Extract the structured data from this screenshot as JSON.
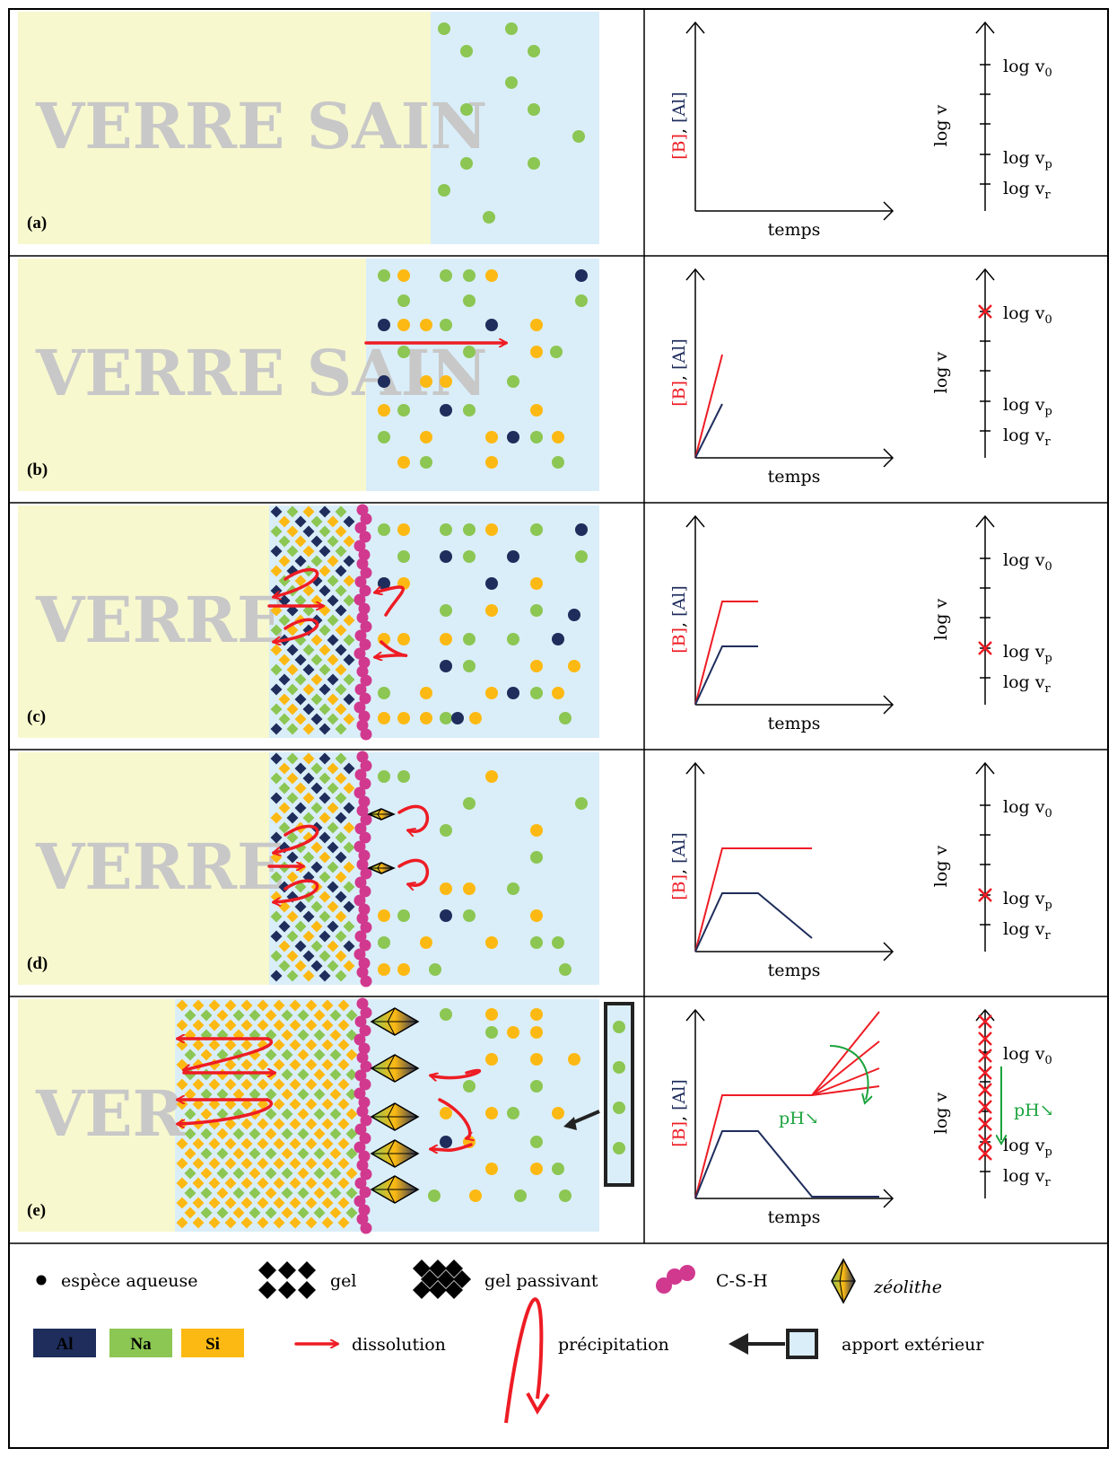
{
  "panels": [
    {
      "label": "(a)",
      "glass_text": "VERRE SAIN",
      "y_label_b": "[B]",
      "y_label_sep": ", ",
      "y_label_al": "[Al]",
      "x_label": "temps"
    },
    {
      "label": "(b)",
      "glass_text": "VERRE SAIN",
      "y_label_b": "[B]",
      "y_label_sep": ", ",
      "y_label_al": "[Al]",
      "x_label": "temps"
    },
    {
      "label": "(c)",
      "glass_text": "VERRE",
      "y_label_b": "[B]",
      "y_label_sep": ", ",
      "y_label_al": "[Al]",
      "x_label": "temps"
    },
    {
      "label": "(d)",
      "glass_text": "VERRE",
      "y_label_b": "[B]",
      "y_label_sep": ", ",
      "y_label_al": "[Al]",
      "x_label": "temps"
    },
    {
      "label": "(e)",
      "glass_text": "VER",
      "y_label_b": "[B]",
      "y_label_sep": ", ",
      "y_label_al": "[Al]",
      "x_label": "temps"
    }
  ],
  "rate_axis": {
    "label": "log v",
    "ticks": [
      {
        "prefix": "log v",
        "subscript": "0"
      },
      {
        "prefix": "log v",
        "subscript": "p"
      },
      {
        "prefix": "log v",
        "subscript": "r"
      }
    ]
  },
  "rate_markers": [
    {
      "panel": "(b)",
      "at": "log v0"
    },
    {
      "panel": "(c)",
      "at": "log vp"
    },
    {
      "panel": "(d)",
      "at": "log vp"
    },
    {
      "panel": "(e)",
      "at": "between log v0 and log vp"
    }
  ],
  "ph_label": "pH↘",
  "legend": {
    "aqueous": "espèce aqueuse",
    "gel": "gel",
    "gel_passivating": "gel passivant",
    "csh": "C-S-H",
    "zeolite": "zéolithe",
    "al": "Al",
    "na": "Na",
    "si": "Si",
    "dissolution": "dissolution",
    "precipitation": "précipitation",
    "external": "apport extérieur"
  },
  "colors": {
    "glass": "#f8f8cf",
    "solution": "#daeef9",
    "al": "#1f2d5c",
    "na": "#8cc653",
    "si": "#fdb913",
    "csh": "#d1398f",
    "dissolution": "#ee1c24",
    "boron": "#ee1c24",
    "aluminium": "#1f2d5c",
    "ph": "#1aa33c",
    "watermark": "#c8c8c8"
  }
}
